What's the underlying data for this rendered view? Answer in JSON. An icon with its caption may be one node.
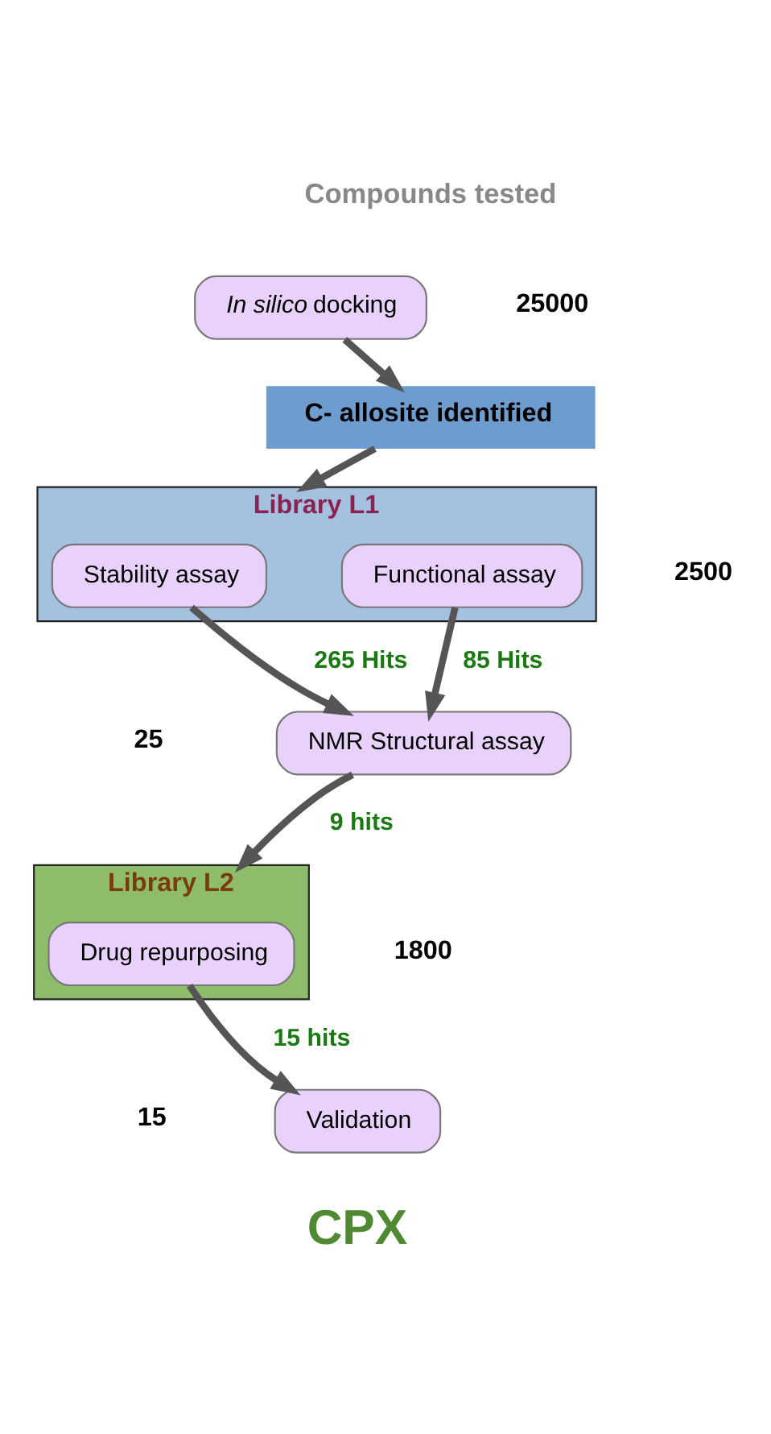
{
  "diagram": {
    "nodes": [
      {
        "text": [
          "*In silico* docking"
        ]
      },
      {
        "text": [
          "C- allosite identified"
        ]
      },
      {
        "text": [
          "Library L1"
        ]
      },
      {
        "text": [
          "Stability assay"
        ],
        "in": 2
      },
      {
        "text": [
          "Functional assay"
        ],
        "in": 2
      },
      {
        "text": [
          "NMR Structural assay"
        ]
      },
      {
        "text": [
          "Library L2"
        ]
      },
      {
        "text": [
          "Drug repurposing"
        ],
        "in": 6
      },
      {
        "text": [
          "Validation"
        ]
      }
    ],
    "edges": [
      {
        "from": 0,
        "to": 1,
        "arrow": "to"
      },
      {
        "from": 1,
        "to": 2,
        "arrow": "to"
      },
      {
        "from": 3,
        "to": 5,
        "label": "265 Hits",
        "arrow": "to"
      },
      {
        "from": 4,
        "to": 5,
        "label": "85 Hits",
        "arrow": "to"
      },
      {
        "from": 5,
        "to": 6,
        "label": "9 hits",
        "arrow": "to"
      },
      {
        "from": 7,
        "to": 8,
        "label": "15 hits",
        "arrow": "to"
      }
    ],
    "labels": [
      "Compounds tested",
      "25000",
      "2500",
      "25",
      "1800",
      "15",
      "CPX"
    ]
  }
}
